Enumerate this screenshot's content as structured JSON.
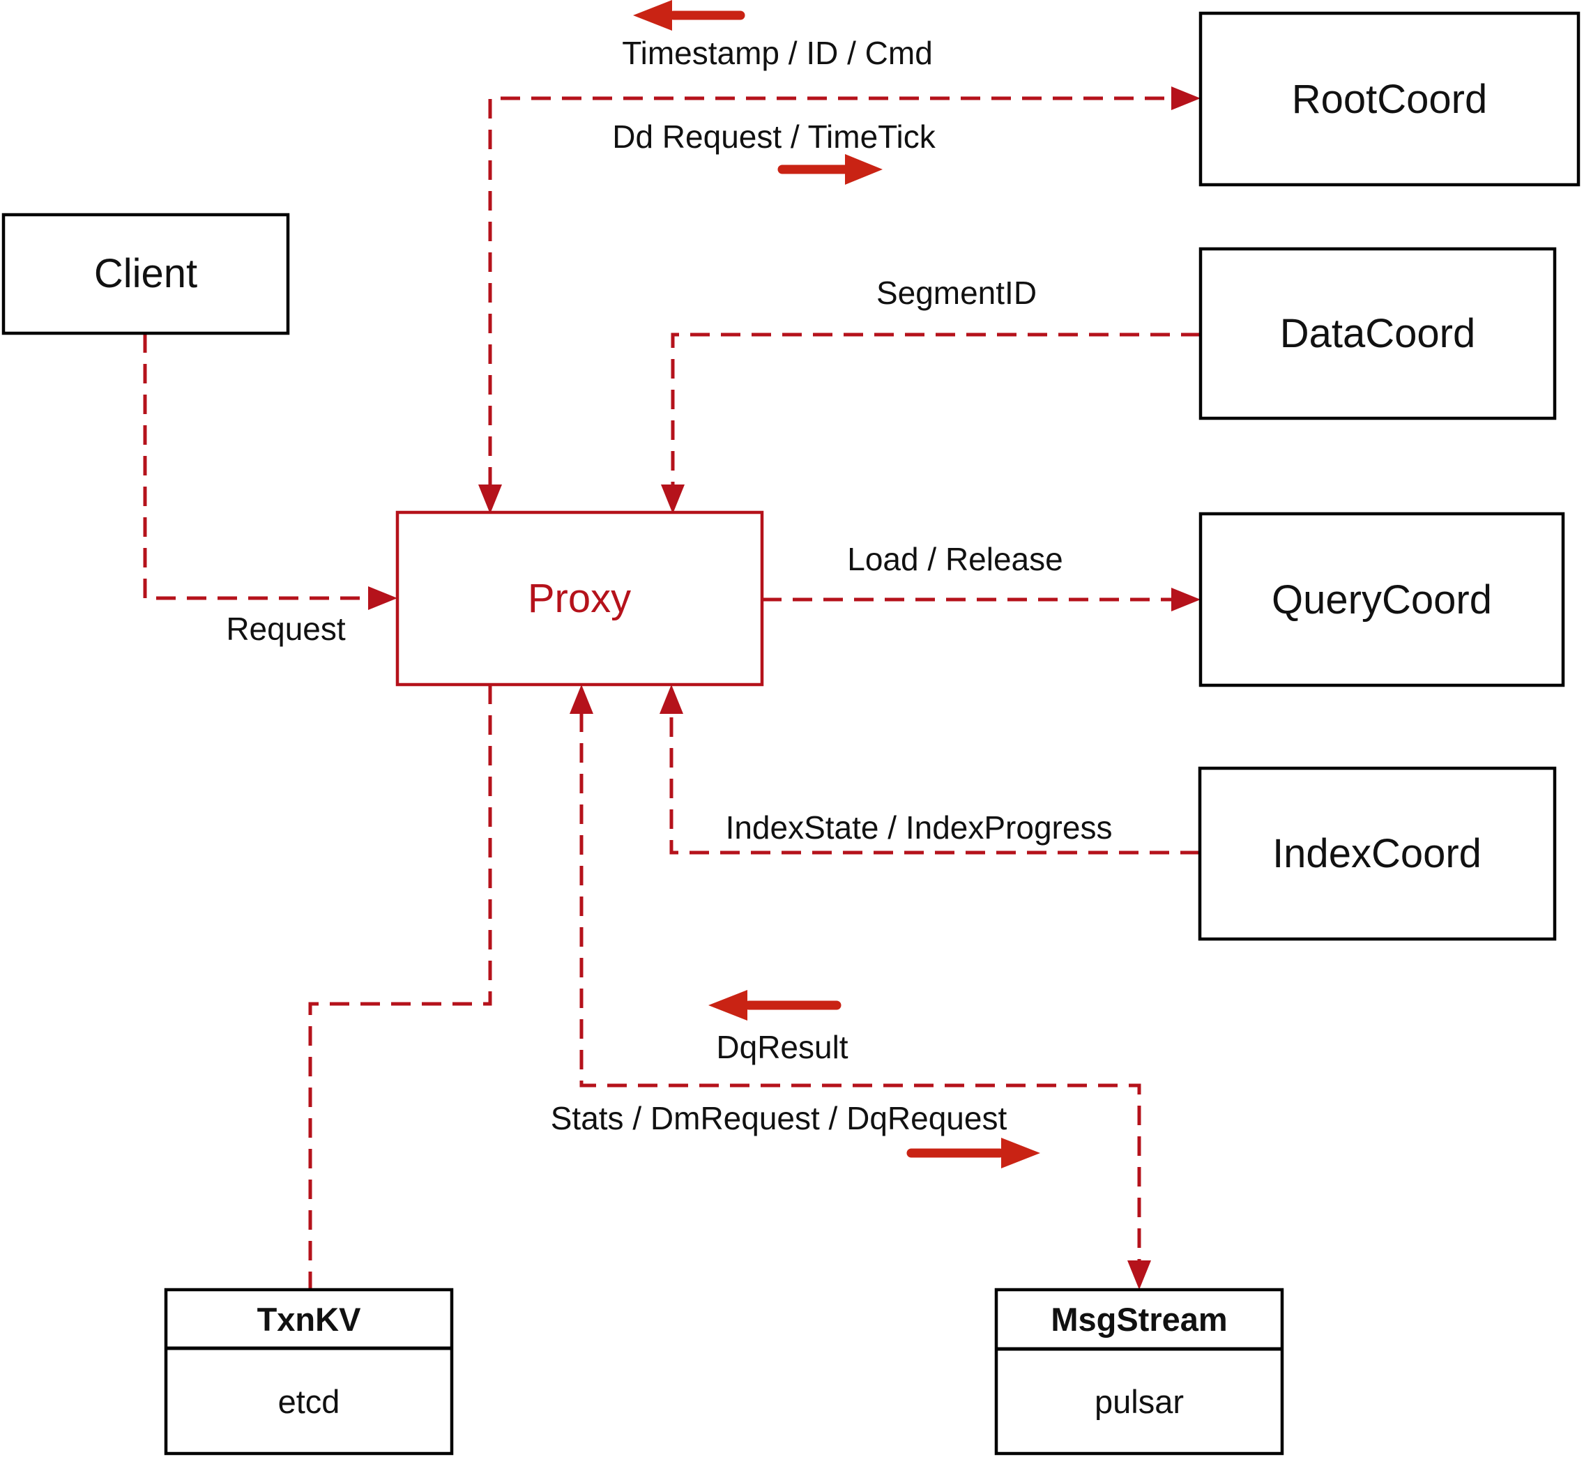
{
  "nodes": {
    "client": {
      "label": "Client"
    },
    "proxy": {
      "label": "Proxy"
    },
    "root_coord": {
      "label": "RootCoord"
    },
    "data_coord": {
      "label": "DataCoord"
    },
    "query_coord": {
      "label": "QueryCoord"
    },
    "index_coord": {
      "label": "IndexCoord"
    },
    "txn_kv": {
      "title": "TxnKV",
      "impl": "etcd"
    },
    "msg_stream": {
      "title": "MsgStream",
      "impl": "pulsar"
    }
  },
  "edge_labels": {
    "timestamp_id_cmd": "Timestamp / ID / Cmd",
    "dd_request_timetick": "Dd Request / TimeTick",
    "segment_id": "SegmentID",
    "load_release": "Load / Release",
    "index_state": "IndexState / IndexProgress",
    "request": "Request",
    "dq_result": "DqResult",
    "stats_dm_dq": "Stats / DmRequest / DqRequest"
  },
  "colors": {
    "line_red": "#b5121b",
    "arrow_red": "#c92314",
    "text_black": "#111111",
    "box_black": "#000000"
  }
}
